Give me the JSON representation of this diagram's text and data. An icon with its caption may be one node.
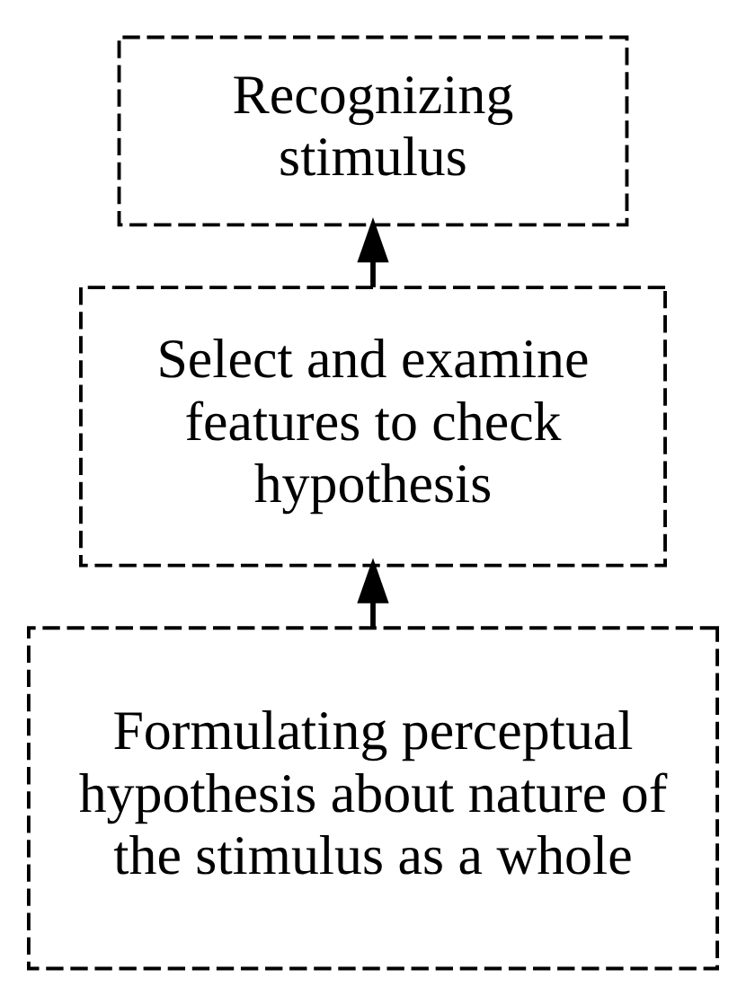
{
  "diagram": {
    "nodes": [
      {
        "text": [
          "Recognizing stimulus"
        ]
      },
      {
        "text": [
          "Select and examine features to check hypothesis"
        ]
      },
      {
        "text": [
          "Formulating perceptual hypothesis about nature of the stimulus as a whole"
        ]
      }
    ],
    "edges": [
      {
        "from": 2,
        "to": 1,
        "arrow": "to"
      },
      {
        "from": 1,
        "to": 0,
        "arrow": "to"
      }
    ]
  }
}
